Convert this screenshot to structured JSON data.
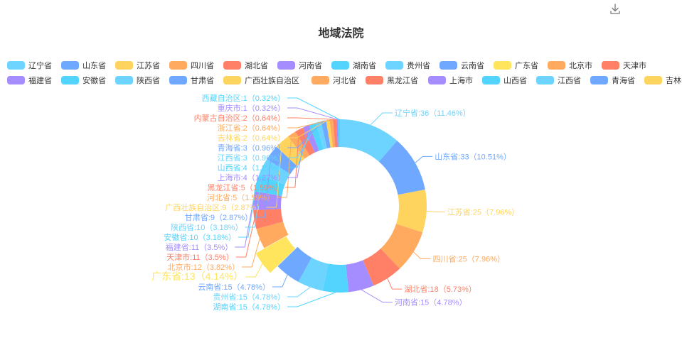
{
  "toolbar": {
    "download_icon": "download-icon"
  },
  "chart_data": {
    "type": "pie",
    "variant": "donut",
    "title": "地域法院",
    "legend_position": "top",
    "label_format": "{name}:{value}（{percent}）",
    "highlighted": "广东省",
    "slices": [
      {
        "name": "辽宁省",
        "value": 36,
        "percent": "11.46%",
        "color": "#6cd4ff"
      },
      {
        "name": "山东省",
        "value": 33,
        "percent": "10.51%",
        "color": "#6fa8ff"
      },
      {
        "name": "江苏省",
        "value": 25,
        "percent": "7.96%",
        "color": "#ffd45e"
      },
      {
        "name": "四川省",
        "value": 25,
        "percent": "7.96%",
        "color": "#ffaa5e"
      },
      {
        "name": "湖北省",
        "value": 18,
        "percent": "5.73%",
        "color": "#ff8066"
      },
      {
        "name": "河南省",
        "value": 15,
        "percent": "4.78%",
        "color": "#a58cff"
      },
      {
        "name": "湖南省",
        "value": 15,
        "percent": "4.78%",
        "color": "#52d4ff"
      },
      {
        "name": "贵州省",
        "value": 15,
        "percent": "4.78%",
        "color": "#6cd4ff"
      },
      {
        "name": "云南省",
        "value": 15,
        "percent": "4.78%",
        "color": "#6fa8ff"
      },
      {
        "name": "广东省",
        "value": 13,
        "percent": "4.14%",
        "color": "#ffe55e"
      },
      {
        "name": "北京市",
        "value": 12,
        "percent": "3.82%",
        "color": "#ffaa5e"
      },
      {
        "name": "天津市",
        "value": 11,
        "percent": "3.5%",
        "color": "#ff8066"
      },
      {
        "name": "福建省",
        "value": 11,
        "percent": "3.5%",
        "color": "#a58cff"
      },
      {
        "name": "安徽省",
        "value": 10,
        "percent": "3.18%",
        "color": "#52d4ff"
      },
      {
        "name": "陕西省",
        "value": 10,
        "percent": "3.18%",
        "color": "#6cd4ff"
      },
      {
        "name": "甘肃省",
        "value": 9,
        "percent": "2.87%",
        "color": "#6fa8ff"
      },
      {
        "name": "广西壮族自治区",
        "value": 9,
        "percent": "2.87%",
        "color": "#ffd45e"
      },
      {
        "name": "河北省",
        "value": 5,
        "percent": "1.59%",
        "color": "#ffaa5e"
      },
      {
        "name": "黑龙江省",
        "value": 5,
        "percent": "1.59%",
        "color": "#ff8066"
      },
      {
        "name": "上海市",
        "value": 4,
        "percent": "1.27%",
        "color": "#a58cff"
      },
      {
        "name": "山西省",
        "value": 4,
        "percent": "1.27%",
        "color": "#52d4ff"
      },
      {
        "name": "江西省",
        "value": 3,
        "percent": "0.96%",
        "color": "#6cd4ff"
      },
      {
        "name": "青海省",
        "value": 3,
        "percent": "0.96%",
        "color": "#6fa8ff"
      },
      {
        "name": "吉林省",
        "value": 2,
        "percent": "0.64%",
        "color": "#ffd45e"
      },
      {
        "name": "浙江省",
        "value": 2,
        "percent": "0.64%",
        "color": "#ffaa5e"
      },
      {
        "name": "内蒙古自治区",
        "value": 2,
        "percent": "0.64%",
        "color": "#ff8066"
      },
      {
        "name": "重庆市",
        "value": 1,
        "percent": "0.32%",
        "color": "#a58cff"
      },
      {
        "name": "西藏自治区",
        "value": 1,
        "percent": "0.32%",
        "color": "#52d4ff"
      }
    ]
  }
}
